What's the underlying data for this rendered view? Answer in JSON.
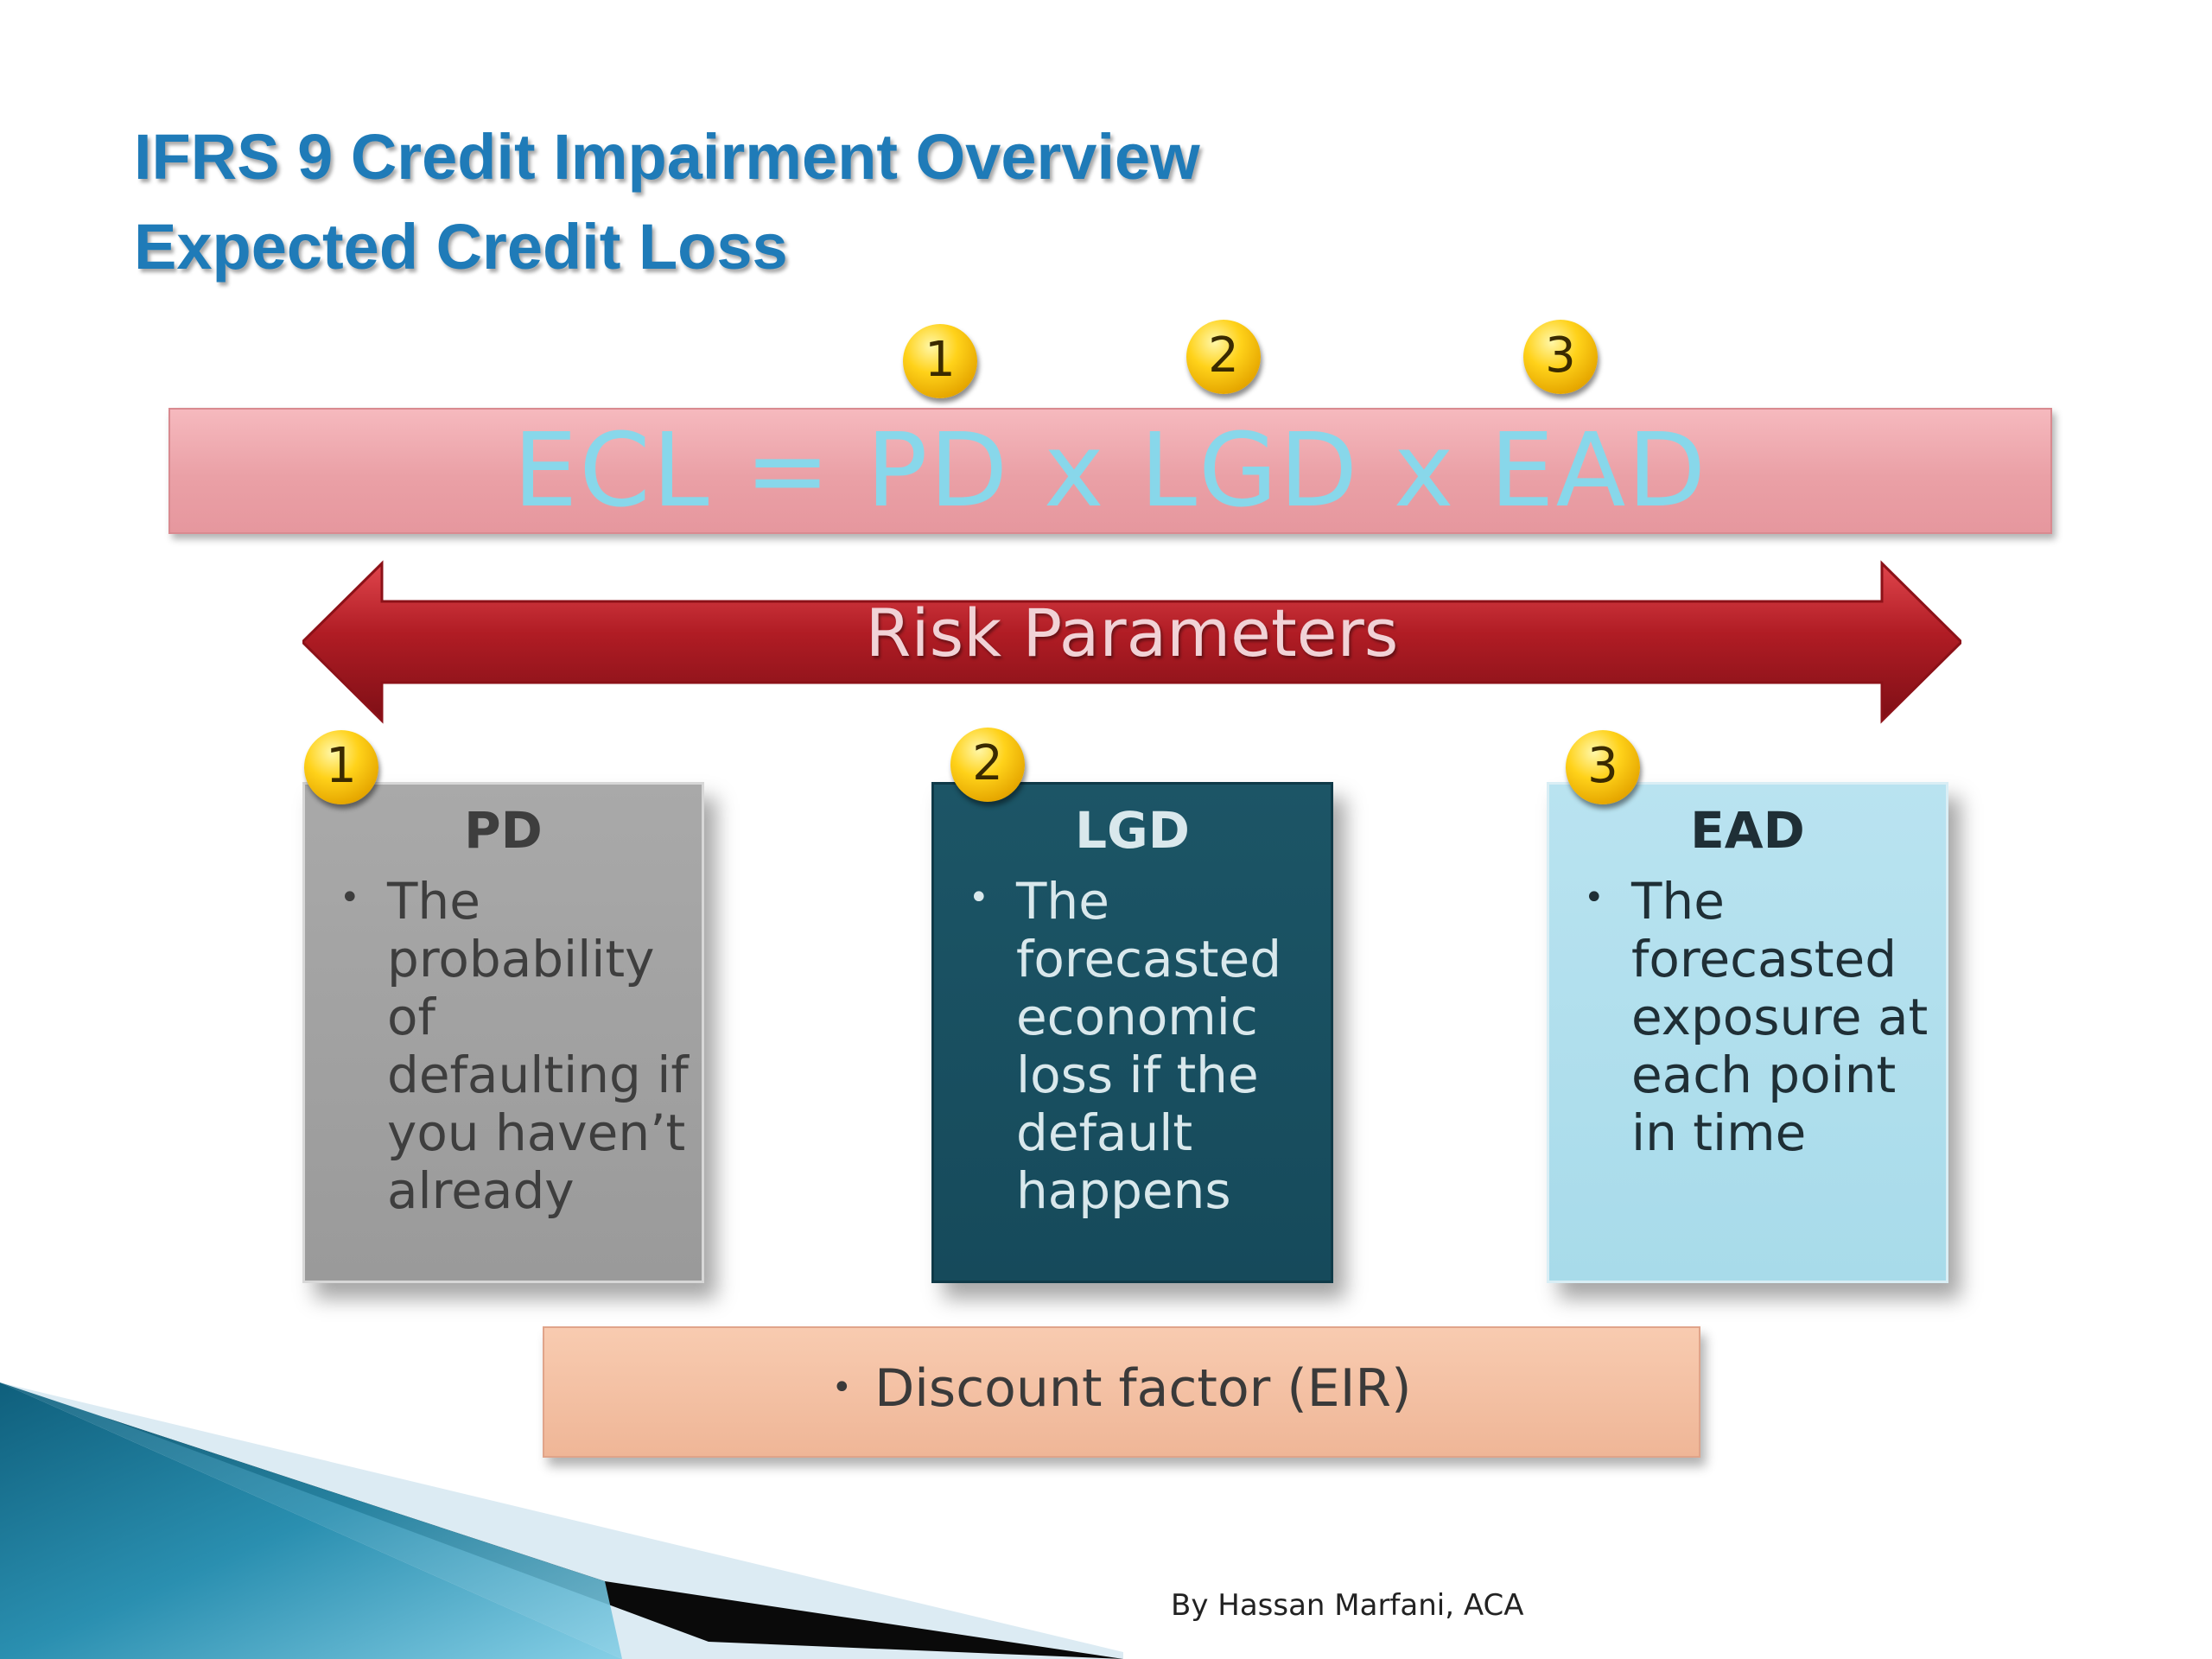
{
  "title": {
    "line1": "IFRS 9 Credit Impairment Overview",
    "line2": "Expected Credit Loss"
  },
  "formula": {
    "text": "ECL = PD x LGD x EAD",
    "badges": [
      "1",
      "2",
      "3"
    ]
  },
  "arrow": {
    "label": "Risk Parameters"
  },
  "boxes": [
    {
      "badge": "1",
      "heading": "PD",
      "text": "The probability of defaulting if you haven’t already"
    },
    {
      "badge": "2",
      "heading": "LGD",
      "text": "The forecasted economic loss if the default happens"
    },
    {
      "badge": "3",
      "heading": "EAD",
      "text": "The forecasted exposure at each point in time"
    }
  ],
  "discount": {
    "text": "Discount factor (EIR)"
  },
  "credit": "By Hassan Marfani, ACA",
  "colors": {
    "title": "#1f7bb8",
    "formula_bar": "#eaa0a6",
    "formula_text": "#88d7ea",
    "arrow": "#b01c24",
    "pd_box": "#a3a3a3",
    "lgd_box": "#1a5162",
    "ead_box": "#addeed",
    "discount_box": "#f4c1a4",
    "badge": "#ffd21a"
  }
}
